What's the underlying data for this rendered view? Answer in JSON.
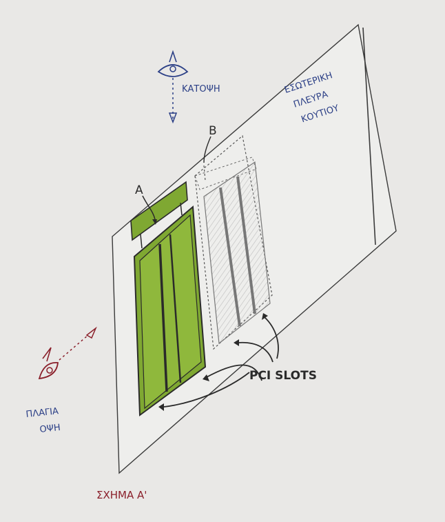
{
  "labels": {
    "top_view": "ΚΑΤΟΨΗ",
    "panel_line1": "ΕΣΩΤΕΡΙΚΗ",
    "panel_line2": "ΠΛΕΥΡΑ",
    "panel_line3": "ΚΟΥΤΙΟΥ",
    "marker_a": "A",
    "marker_b": "B",
    "slots": "PCI SLOTS",
    "side_line1": "ΠΛΑΓΙΑ",
    "side_line2": "ΟΨΗ",
    "figure": "ΣΧΗΜΑ Α'"
  },
  "colors": {
    "paper": "#e9e8e6",
    "pencil": "#3a3a3a",
    "green_fill": "#7fa832",
    "blue_ink": "#2b3f86",
    "red_ink": "#8a1f2a"
  },
  "icons": {
    "top_eye": "eye-icon",
    "side_eye": "eye-icon"
  }
}
